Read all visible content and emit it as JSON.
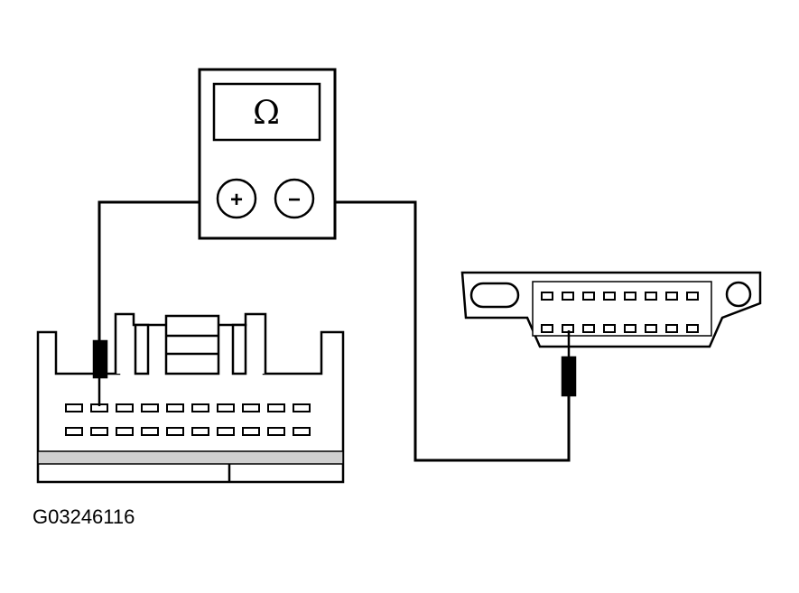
{
  "figure": {
    "id_label": "G03246116"
  },
  "meter": {
    "symbol": "Ω",
    "positive_terminal": "+",
    "negative_terminal": "−"
  },
  "colors": {
    "line": "#000000",
    "background": "#ffffff",
    "shade": "#d8d8d8",
    "stripe": "#9a9a9a"
  },
  "connector_left": {
    "pin_rows": 2,
    "pins_per_row": 10
  },
  "connector_right": {
    "pin_rows": 2,
    "pins_per_row": 8
  }
}
